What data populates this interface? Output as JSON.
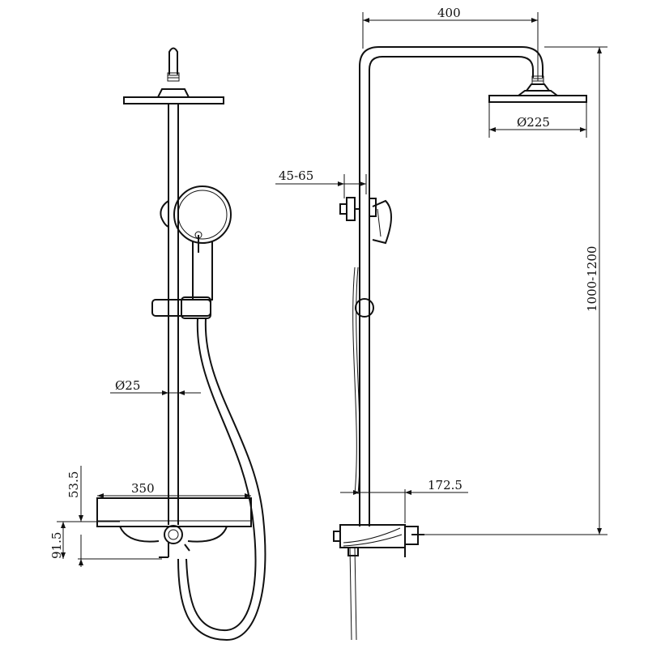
{
  "dimensions": {
    "width_400": "400",
    "diameter_225": "Ø225",
    "range_45_65": "45-65",
    "height_1000_1200": "1000-1200",
    "offset_172_5": "172.5",
    "diameter_25": "Ø25",
    "width_350": "350",
    "height_53_5": "53.5",
    "height_91_5": "91.5"
  },
  "colors": {
    "line": "#111111",
    "background": "#ffffff"
  }
}
